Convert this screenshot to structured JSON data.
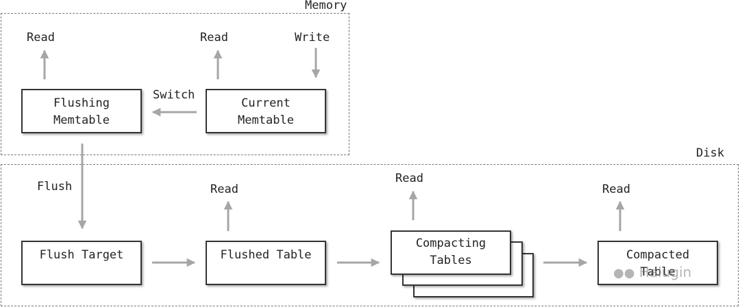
{
  "regions": {
    "memory": "Memory",
    "disk": "Disk"
  },
  "memory": {
    "flushing_memtable": [
      "Flushing",
      "Memtable"
    ],
    "current_memtable": [
      "Current",
      "Memtable"
    ],
    "read_left": "Read",
    "read_right": "Read",
    "write": "Write",
    "switch": "Switch"
  },
  "disk": {
    "flush_label": "Flush",
    "flush_target": "Flush Target",
    "flushed_table": "Flushed Table",
    "compacting_tables": [
      "Compacting",
      "Tables"
    ],
    "compacted_table": [
      "Compacted",
      "Table"
    ],
    "read_flushed": "Read",
    "read_compacting": "Read",
    "read_compacted": "Read"
  },
  "watermark": "Halugin",
  "colors": {
    "arrow": "#a6a6a6",
    "box_border": "#333333",
    "region_border": "#777777"
  }
}
